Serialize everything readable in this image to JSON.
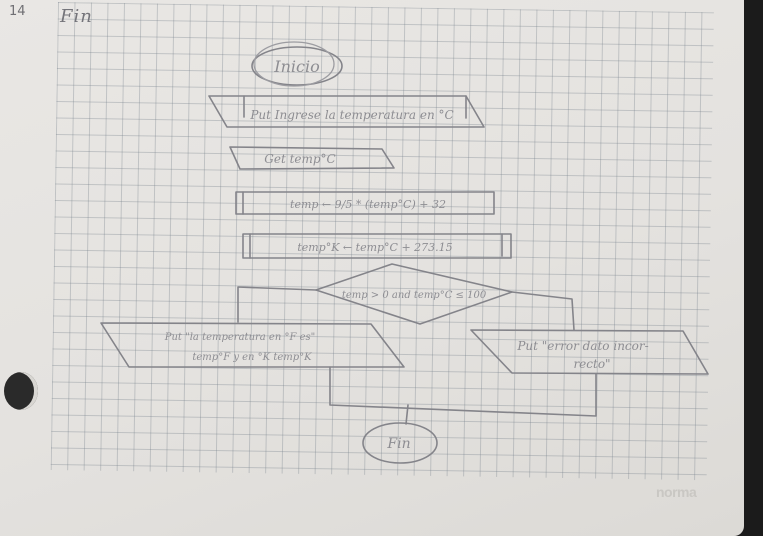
{
  "page": {
    "number": "14",
    "title": "Fin",
    "watermark": "norma"
  },
  "flowchart": {
    "start": "Inicio",
    "input_prompt": "Put Ingrese la temperatura en °C",
    "read": "Get temp°C",
    "convert": "temp ← 9/5 * (temp°C) + 32",
    "calc": "temp°K ← temp°C + 273.15",
    "decision": "temp > 0 and temp°C ≤ 100",
    "output_ok_line1": "Put \"la temperatura en °F es\"",
    "output_ok_line2": "temp°F y en °K temp°K",
    "output_error_line1": "Put \"error dato incor-",
    "output_error_line2": "recto\"",
    "end": "Fin"
  }
}
